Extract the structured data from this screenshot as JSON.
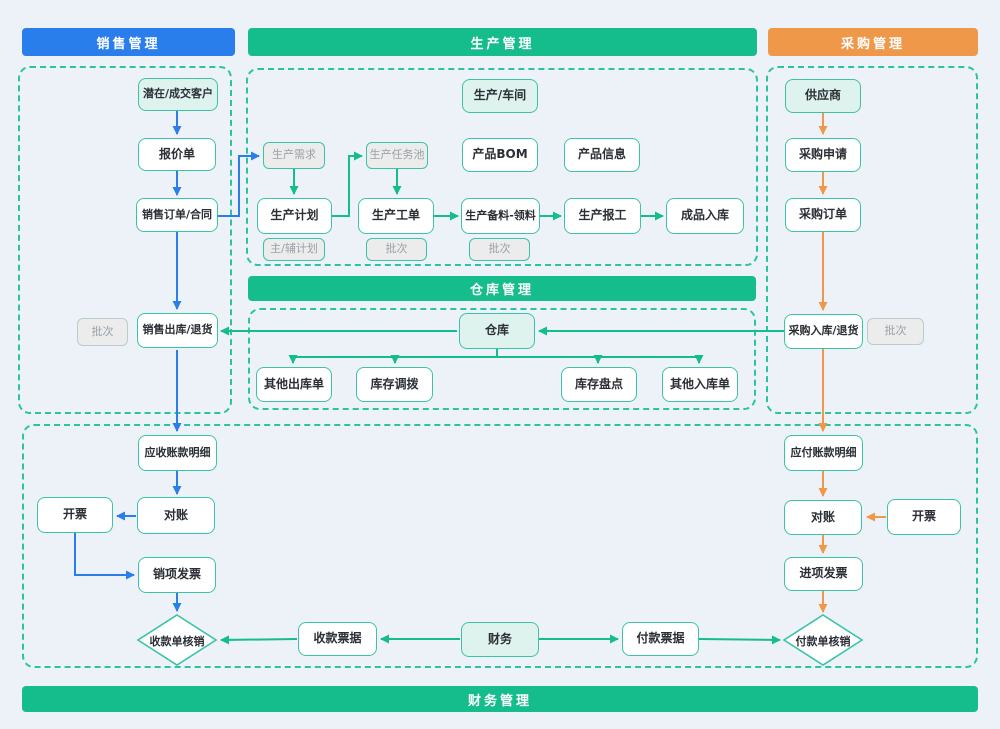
{
  "headers": {
    "sales": "销售管理",
    "production": "生产管理",
    "procurement": "采购管理"
  },
  "bars": {
    "warehouse": "仓库管理",
    "finance": "财务管理"
  },
  "nodes": {
    "customer": "潜在/成交客户",
    "quotation": "报价单",
    "sales_order": "销售订单/合同",
    "sales_outbound": "销售出库/退货",
    "batch_sales": "批次",
    "workshop": "生产/车间",
    "production_demand": "生产需求",
    "task_pool": "生产任务池",
    "product_bom": "产品BOM",
    "product_info": "产品信息",
    "production_plan": "生产计划",
    "plan_type": "主/辅计划",
    "work_order": "生产工单",
    "batch_work_order": "批次",
    "material_prep": "生产备料-领料",
    "batch_material": "批次",
    "production_report": "生产报工",
    "finished_goods_in": "成品入库",
    "supplier": "供应商",
    "purchase_request": "采购申请",
    "purchase_order": "采购订单",
    "purchase_inbound": "采购入库/退货",
    "batch_purchase": "批次",
    "warehouse": "仓库",
    "other_outbound": "其他出库单",
    "stock_transfer": "库存调拨",
    "stock_count": "库存盘点",
    "other_inbound": "其他入库单",
    "ar_detail": "应收账款明细",
    "reconciliation_left": "对账",
    "invoicing_left": "开票",
    "sales_invoice": "销项发票",
    "receipt_writeoff": "收款单核销",
    "receipt_note": "收款票据",
    "finance": "财务",
    "payment_note": "付款票据",
    "payment_writeoff": "付款单核销",
    "input_invoice": "进项发票",
    "reconciliation_right": "对账",
    "invoicing_right": "开票",
    "ap_detail": "应付账款明细"
  },
  "colors": {
    "sales_accent": "#2a7eec",
    "production_accent": "#15bc8c",
    "procurement_accent": "#f0984a",
    "node_border": "#3cc3a5",
    "background": "#edf2f8"
  }
}
